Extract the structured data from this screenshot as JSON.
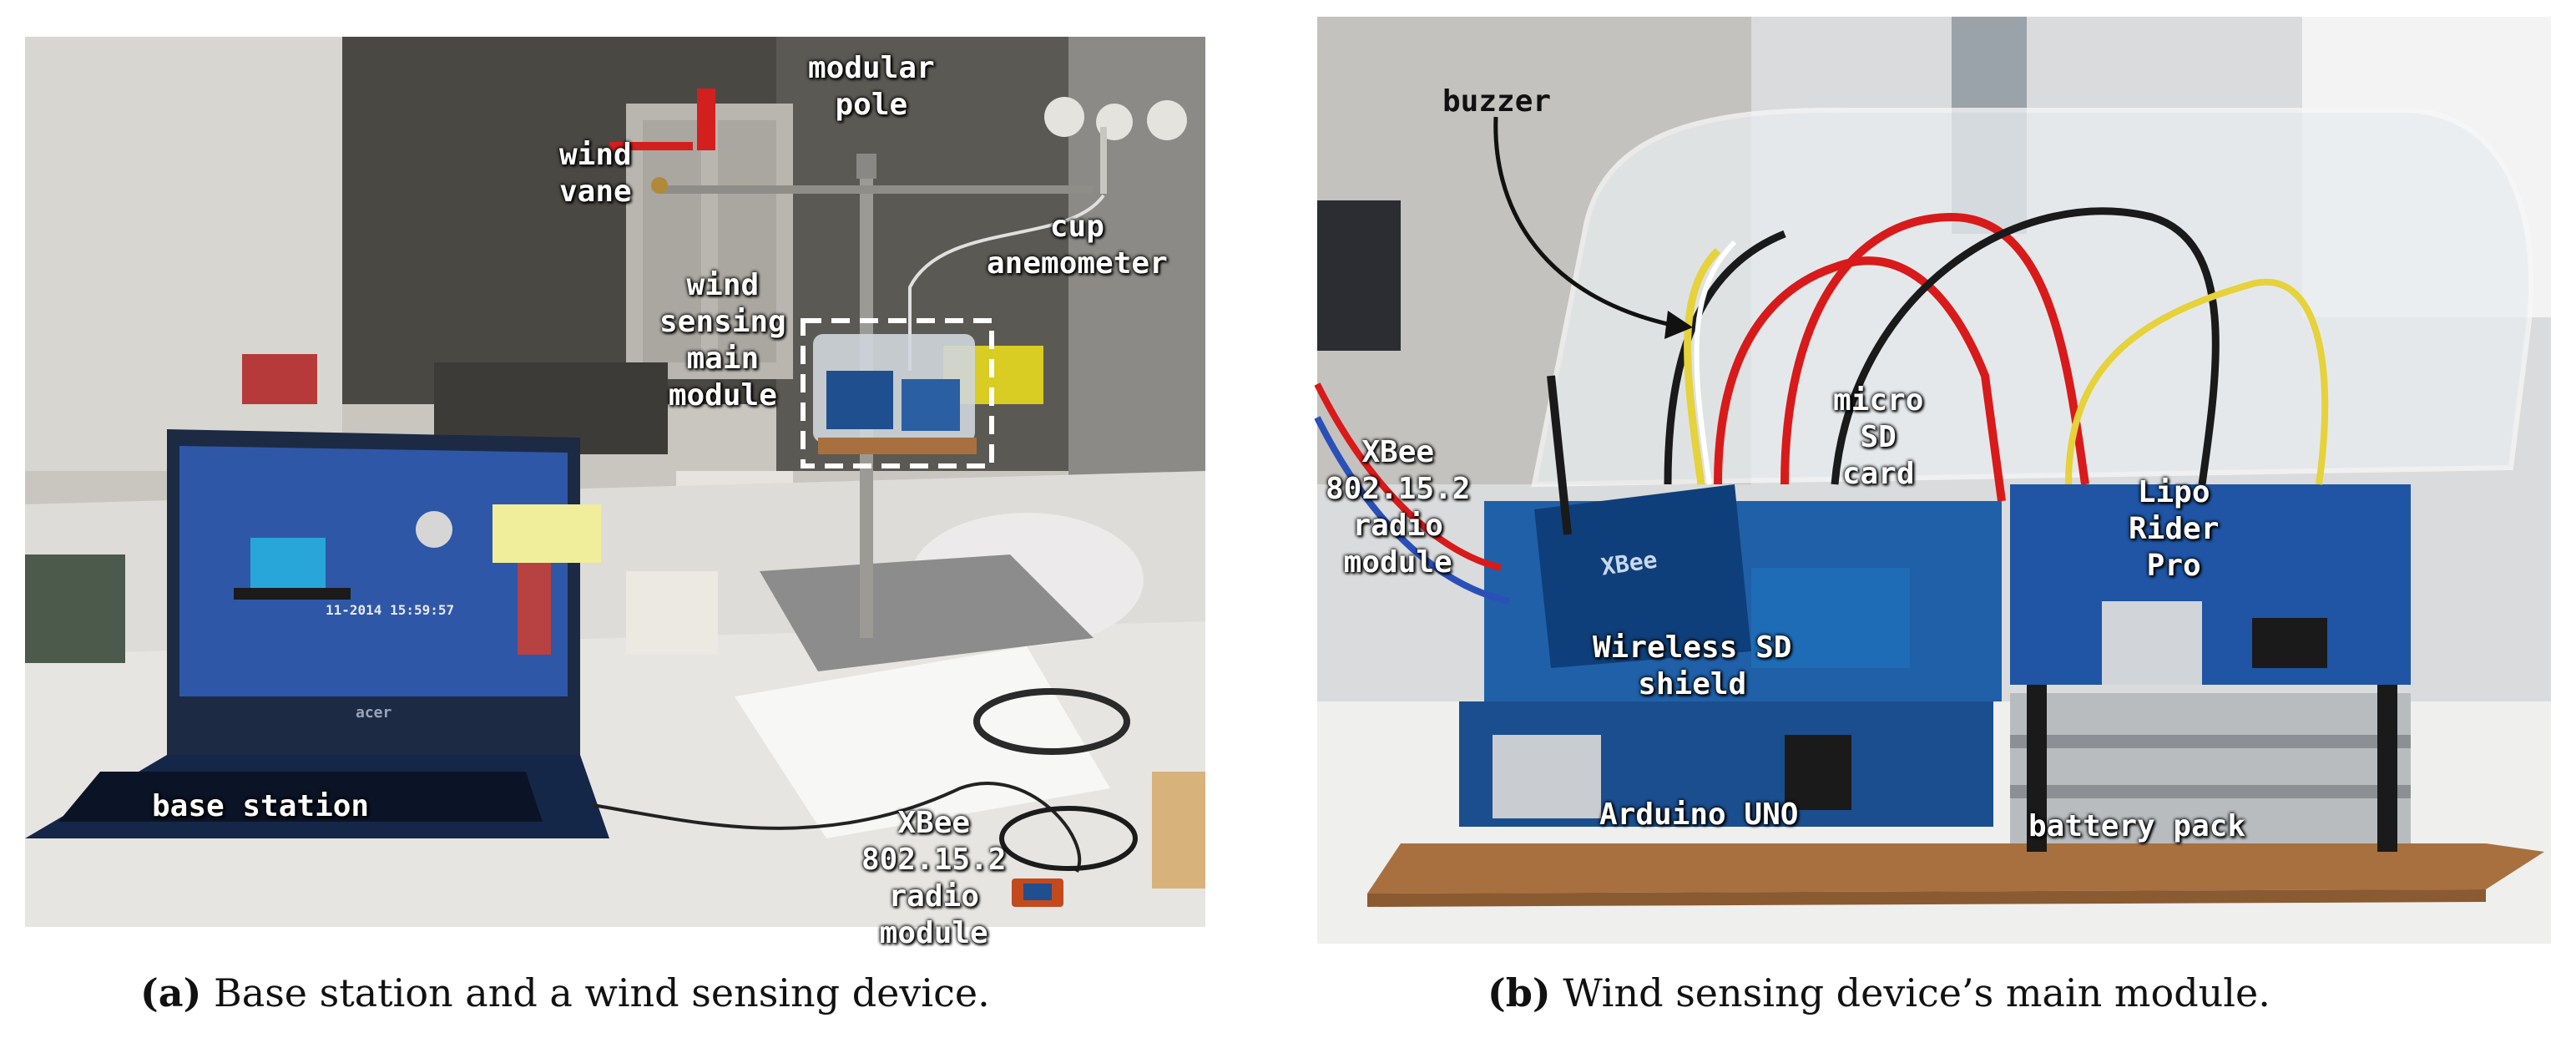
{
  "panel_a": {
    "labels": {
      "modular_pole": "modular\npole",
      "wind_vane": "wind\nvane",
      "cup_anemometer": "cup\nanemometer",
      "wind_sensing_main_module": "wind\nsensing\nmain\nmodule",
      "base_station": "base station",
      "xbee_radio": "XBee\n802.15.2\nradio\nmodule"
    },
    "screen_timestamp": "11-2014 15:59:57",
    "laptop_brand": "acer"
  },
  "panel_b": {
    "labels": {
      "buzzer": "buzzer",
      "xbee_radio": "XBee\n802.15.2\nradio\nmodule",
      "micro_sd": "micro\nSD\ncard",
      "lipo_rider": "Lipo\nRider\nPro",
      "wireless_sd_shield": "Wireless SD\nshield",
      "arduino_uno": "Arduino UNO",
      "battery_pack": "battery pack"
    },
    "xbee_chip_text": "XBee"
  },
  "captions": {
    "a_tag": "(a)",
    "a_text": " Base station and a wind sensing device.",
    "b_tag": "(b)",
    "b_text": " Wind sensing device’s main module."
  },
  "colors": {
    "board_blue": "#1f4f8f",
    "wood_base": "#a8703f",
    "wire_red": "#d81a1a",
    "vane_red": "#d41f1f"
  }
}
